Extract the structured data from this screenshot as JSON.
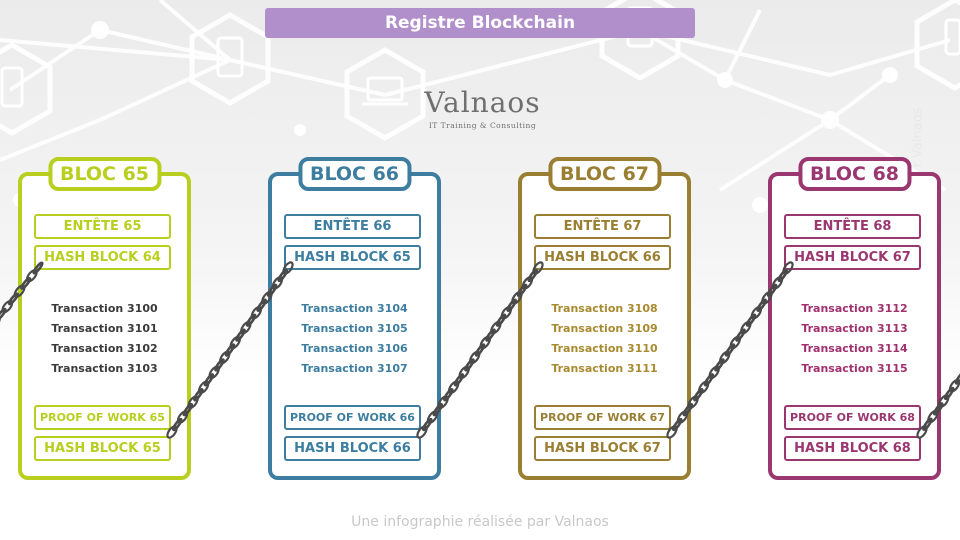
{
  "header": {
    "title": "Registre Blockchain"
  },
  "logo": {
    "name": "Valnaos",
    "tagline": "IT Training & Consulting"
  },
  "side_watermark": "r Valnaos",
  "footer": {
    "text": "Une infographie réalisée par Valnaos"
  },
  "colors": {
    "title_bar": "#b08fcb",
    "block_65": "#b8cf1f",
    "block_66": "#3d7da0",
    "block_67": "#9a7f32",
    "block_68": "#9a3770",
    "chain": "#4a4a4a"
  },
  "blocks": [
    {
      "title": "BLOC 65",
      "header": "ENTÊTE 65",
      "prev_hash": "HASH BLOCK 64",
      "transactions": [
        "Transaction 3100",
        "Transaction 3101",
        "Transaction 3102",
        "Transaction 3103"
      ],
      "proof_of_work": "PROOF OF WORK 65",
      "hash": "HASH BLOCK 65"
    },
    {
      "title": "BLOC 66",
      "header": "ENTÊTE 66",
      "prev_hash": "HASH BLOCK 65",
      "transactions": [
        "Transaction 3104",
        "Transaction 3105",
        "Transaction 3106",
        "Transaction 3107"
      ],
      "proof_of_work": "PROOF OF WORK 66",
      "hash": "HASH BLOCK 66"
    },
    {
      "title": "BLOC 67",
      "header": "ENTÊTE 67",
      "prev_hash": "HASH BLOCK 66",
      "transactions": [
        "Transaction 3108",
        "Transaction 3109",
        "Transaction 3110",
        "Transaction 3111"
      ],
      "proof_of_work": "PROOF OF WORK 67",
      "hash": "HASH BLOCK 67"
    },
    {
      "title": "BLOC 68",
      "header": "ENTÊTE 68",
      "prev_hash": "HASH BLOCK 67",
      "transactions": [
        "Transaction 3112",
        "Transaction 3113",
        "Transaction 3114",
        "Transaction 3115"
      ],
      "proof_of_work": "PROOF OF WORK 68",
      "hash": "HASH BLOCK 68"
    }
  ]
}
